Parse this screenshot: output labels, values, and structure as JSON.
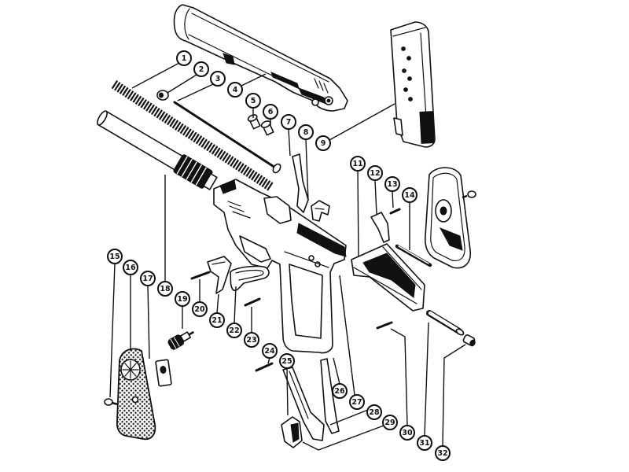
{
  "callouts": [
    "1",
    "2",
    "3",
    "4",
    "5",
    "6",
    "7",
    "8",
    "9",
    "11",
    "12",
    "13",
    "14",
    "15",
    "16",
    "17",
    "18",
    "19",
    "20",
    "21",
    "22",
    "23",
    "24",
    "25",
    "26",
    "27",
    "28",
    "29",
    "30",
    "31",
    "32"
  ],
  "colors": {
    "ink": "#111111",
    "paper": "#ffffff"
  }
}
